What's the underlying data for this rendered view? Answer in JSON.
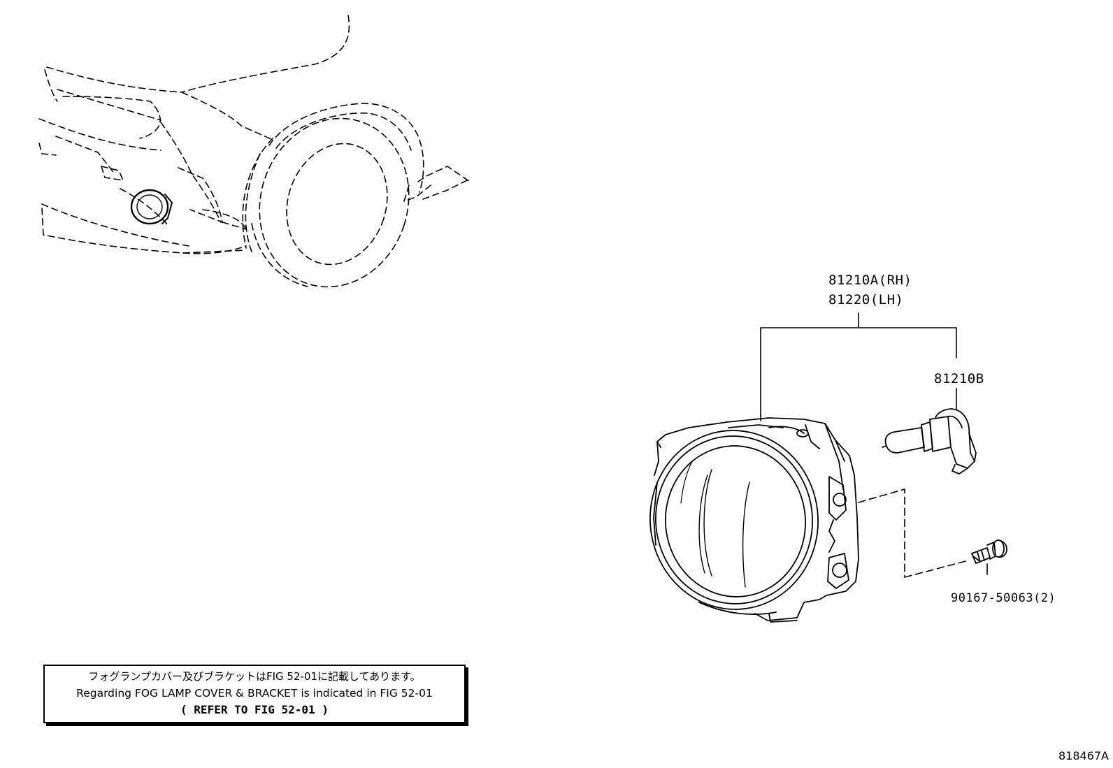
{
  "callouts": {
    "lamp_rh": "81210A(RH)",
    "lamp_lh": "81220(LH)",
    "bulb": "81210B",
    "screw": "90167-50063(2)"
  },
  "note": {
    "japanese": "フォグランプカバー及びブラケットはFIG 52-01に記載してあります。",
    "english": "Regarding FOG LAMP COVER & BRACKET is indicated in FIG 52-01",
    "reference": "(  REFER TO FIG 52-01  )"
  },
  "figure_id": "818467A"
}
